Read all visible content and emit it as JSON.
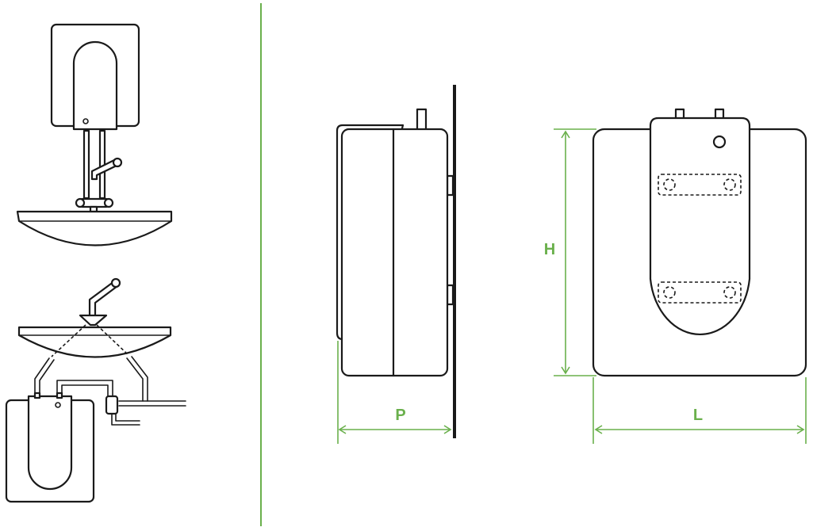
{
  "colors": {
    "line": "#1a1a1a",
    "dimension": "#6ab04c",
    "background": "#ffffff"
  },
  "dimensions": {
    "depth_label": "P",
    "height_label": "H",
    "length_label": "L"
  }
}
